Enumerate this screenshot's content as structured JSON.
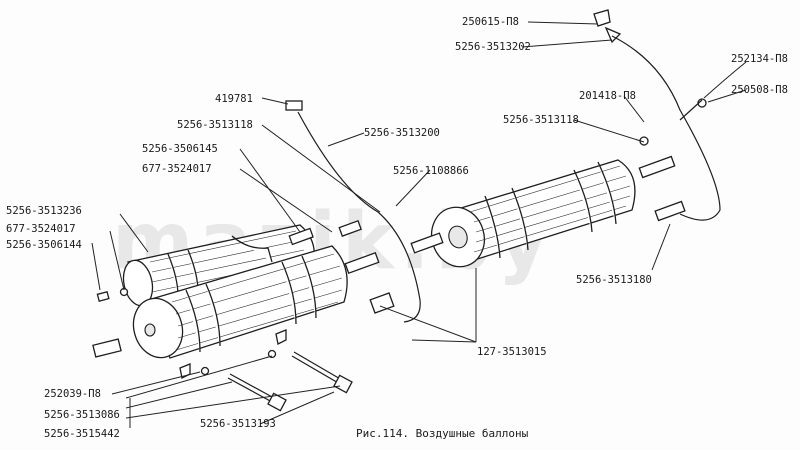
{
  "caption": "Рис.114. Воздушные баллоны",
  "watermark": "mazik.by",
  "labels": {
    "l250615": "250615-П8",
    "l5256_3513202": "5256-3513202",
    "l252134": "252134-П8",
    "l201418": "201418-П8",
    "l250508": "250508-П8",
    "l419781": "419781",
    "l5256_3513118a": "5256-3513118",
    "l5256_3513200": "5256-3513200",
    "l5256_3513118b": "5256-3513118",
    "l5256_3506145": "5256-3506145",
    "l677_3524017a": "677-3524017",
    "l5256_1108866": "5256-1108866",
    "l5256_3513236": "5256-3513236",
    "l677_3524017b": "677-3524017",
    "l5256_3506144": "5256-3506144",
    "l5256_3513180": "5256-3513180",
    "l127_3513015": "127-3513015",
    "l252039": "252039-П8",
    "l5256_3513086": "5256-3513086",
    "l5256_3515442": "5256-3515442",
    "l5256_3513193": "5256-3513193"
  }
}
